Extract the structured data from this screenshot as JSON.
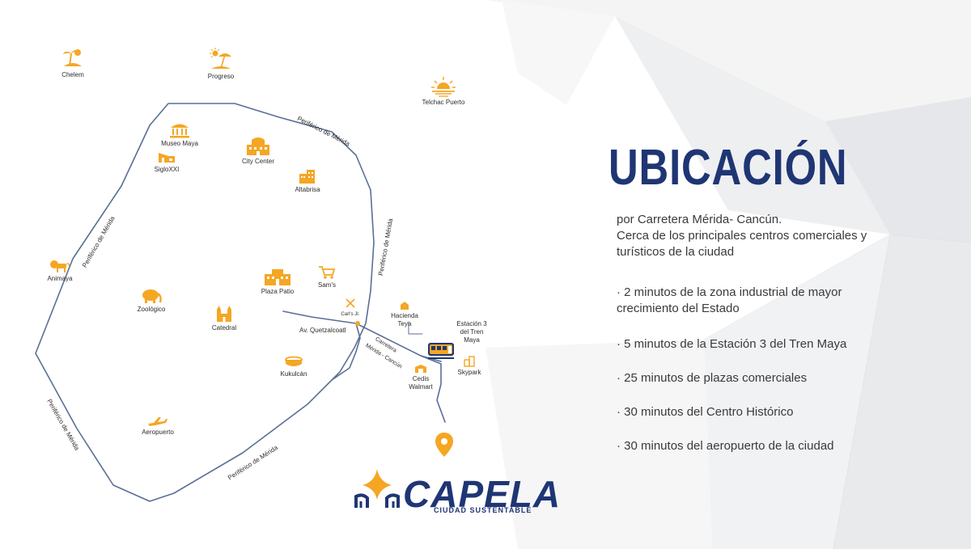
{
  "title": "UBICACIÓN",
  "intro": [
    "por Carretera Mérida- Cancún.",
    "Cerca de los principales centros comerciales y",
    "turísticos de la ciudad"
  ],
  "bullets": [
    [
      "· 2 minutos de la zona  industrial de mayor",
      "crecimiento del Estado"
    ],
    [
      "· 5 minutos de la Estación 3 del Tren Maya"
    ],
    [
      "· 25 minutos de plazas comerciales"
    ],
    [
      "· 30 minutos del Centro Histórico"
    ],
    [
      "· 30 minutos del aeropuerto de  la ciudad"
    ]
  ],
  "places": {
    "chelem": "Chelem",
    "progreso": "Progreso",
    "telchac": "Telchac Puerto",
    "museo_maya": "Museo Maya",
    "siglo_xxi": "SigloXXI",
    "city_center": "City Center",
    "altabrisa": "Altabrisa",
    "animaya": "Animaya",
    "plaza_patio": "Plaza Patio",
    "sams": "Sam's",
    "carls_jr": "Carl's Jr.",
    "zoologico": "Zoológico",
    "catedral": "Catedral",
    "kukulcan": "Kukulcán",
    "aeropuerto": "Aeropuerto",
    "hacienda_teya_1": "Hacienda",
    "hacienda_teya_2": "Teya",
    "estacion_1": "Estación 3",
    "estacion_2": "del Tren",
    "estacion_3": "Maya",
    "cedis_1": "Cedis",
    "cedis_2": "Walmart",
    "skypark": "Skypark"
  },
  "roads": {
    "periferico_ne": "Periférico de Mérida",
    "periferico_e": "Periférico de Mérida",
    "periferico_w": "Periférico de Mérida",
    "periferico_sw": "Periférico de Mérida",
    "periferico_s": "Periférico de Mérida",
    "quetzalcoatl": "Av. Quetzalcoatl",
    "carretera_1": "Carretera",
    "carretera_2": "Mérida - Cancún"
  },
  "logo": {
    "name": "CAPELA",
    "tagline": "CIUDAD SUSTENTABLE"
  },
  "colors": {
    "accent": "#f5a623",
    "brand": "#1f3674",
    "road": "#5a6f97"
  }
}
